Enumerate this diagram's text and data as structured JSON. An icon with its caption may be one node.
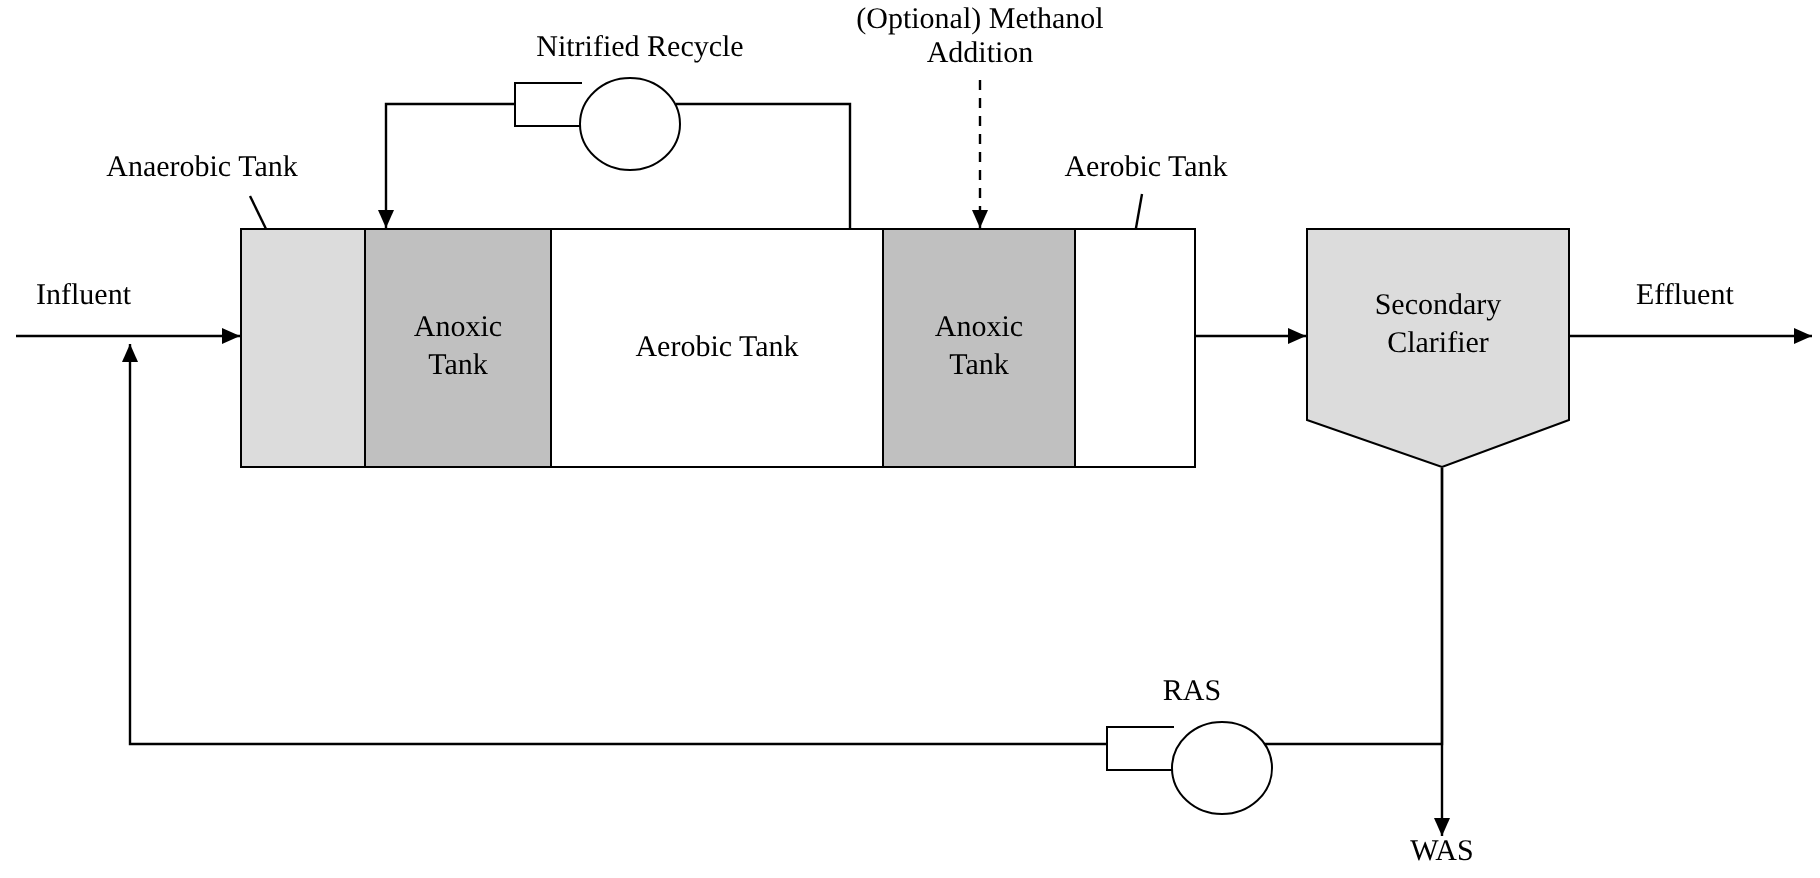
{
  "diagram": {
    "nodes": [
      {
        "text": [
          "Anaerobic Tank"
        ]
      },
      {
        "text": [],
        "shape": "box"
      },
      {
        "text": [
          "Anoxic Tank"
        ]
      },
      {
        "text": [
          "Aerobic Tank"
        ]
      },
      {
        "text": [
          "Anoxic Tank"
        ]
      },
      {
        "text": [],
        "shape": "box"
      },
      {
        "text": [
          "Aerobic Tank"
        ]
      },
      {
        "text": [
          "Secondary Clarifier"
        ]
      },
      {
        "text": [
          "Nitrified Recycle"
        ]
      },
      {
        "text": [
          "(Optional) Methanol Addition"
        ]
      },
      {
        "text": [
          "RAS"
        ]
      },
      {
        "text": [
          "WAS"
        ]
      }
    ],
    "edges": [
      {
        "from": null,
        "to": 1,
        "arrow": "to",
        "label": "Influent"
      },
      {
        "from": 5,
        "to": 7,
        "arrow": "to"
      },
      {
        "from": 7,
        "to": null,
        "arrow": "to",
        "label": "Effluent"
      },
      {
        "from": 3,
        "to": 8,
        "arrow": "none"
      },
      {
        "from": 8,
        "to": 2,
        "arrow": "to"
      },
      {
        "from": 9,
        "to": 4,
        "arrow": "to",
        "style": "dashed"
      },
      {
        "from": 7,
        "to": 11,
        "arrow": "to"
      },
      {
        "from": 7,
        "to": 10,
        "arrow": "none"
      },
      {
        "from": 10,
        "to": null,
        "arrow": "to"
      },
      {
        "from": 0,
        "to": 1,
        "arrow": "none"
      },
      {
        "from": 6,
        "to": 5,
        "arrow": "none"
      }
    ]
  }
}
